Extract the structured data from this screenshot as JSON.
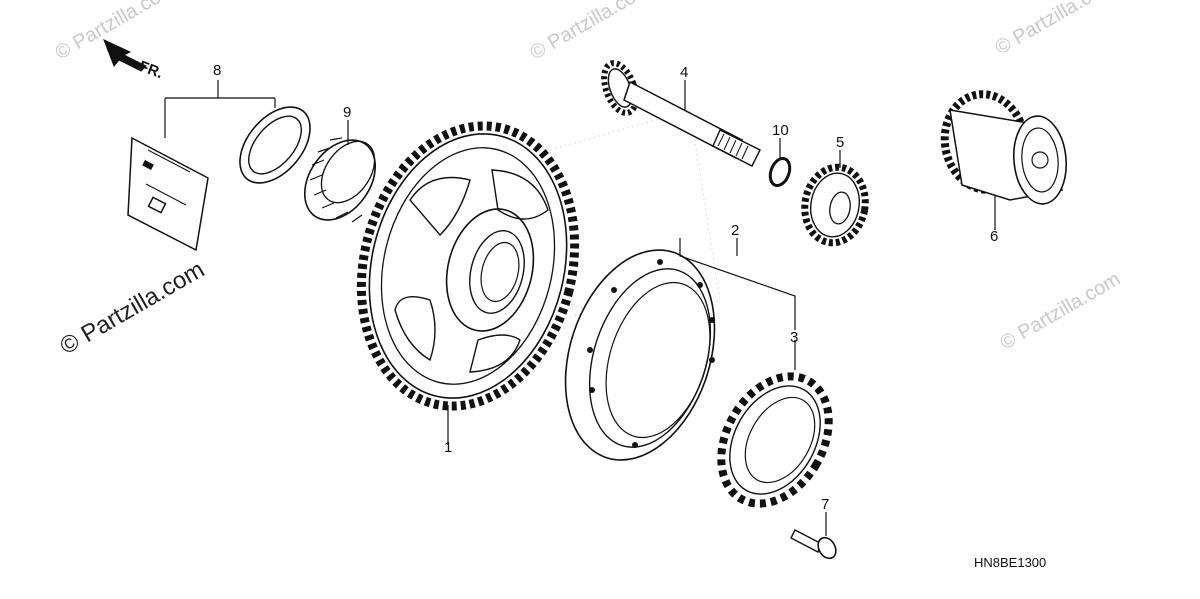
{
  "diagram": {
    "diagram_code": "HN8BE1300",
    "front_indicator": "FR.",
    "watermark_text": "© Partzilla.com",
    "parts": [
      {
        "ref": "1",
        "name": "starter-driven-gear"
      },
      {
        "ref": "2",
        "name": "one-way-clutch-outer"
      },
      {
        "ref": "3",
        "name": "one-way-clutch"
      },
      {
        "ref": "4",
        "name": "shaft-with-gear"
      },
      {
        "ref": "5",
        "name": "gear"
      },
      {
        "ref": "6",
        "name": "clutch-assembly"
      },
      {
        "ref": "7",
        "name": "bolt"
      },
      {
        "ref": "8",
        "name": "washer-set"
      },
      {
        "ref": "9",
        "name": "needle-bearing"
      },
      {
        "ref": "10",
        "name": "circlip"
      }
    ],
    "colors": {
      "line": "#111111",
      "watermark": "#c9c9c9",
      "background": "#ffffff"
    }
  }
}
